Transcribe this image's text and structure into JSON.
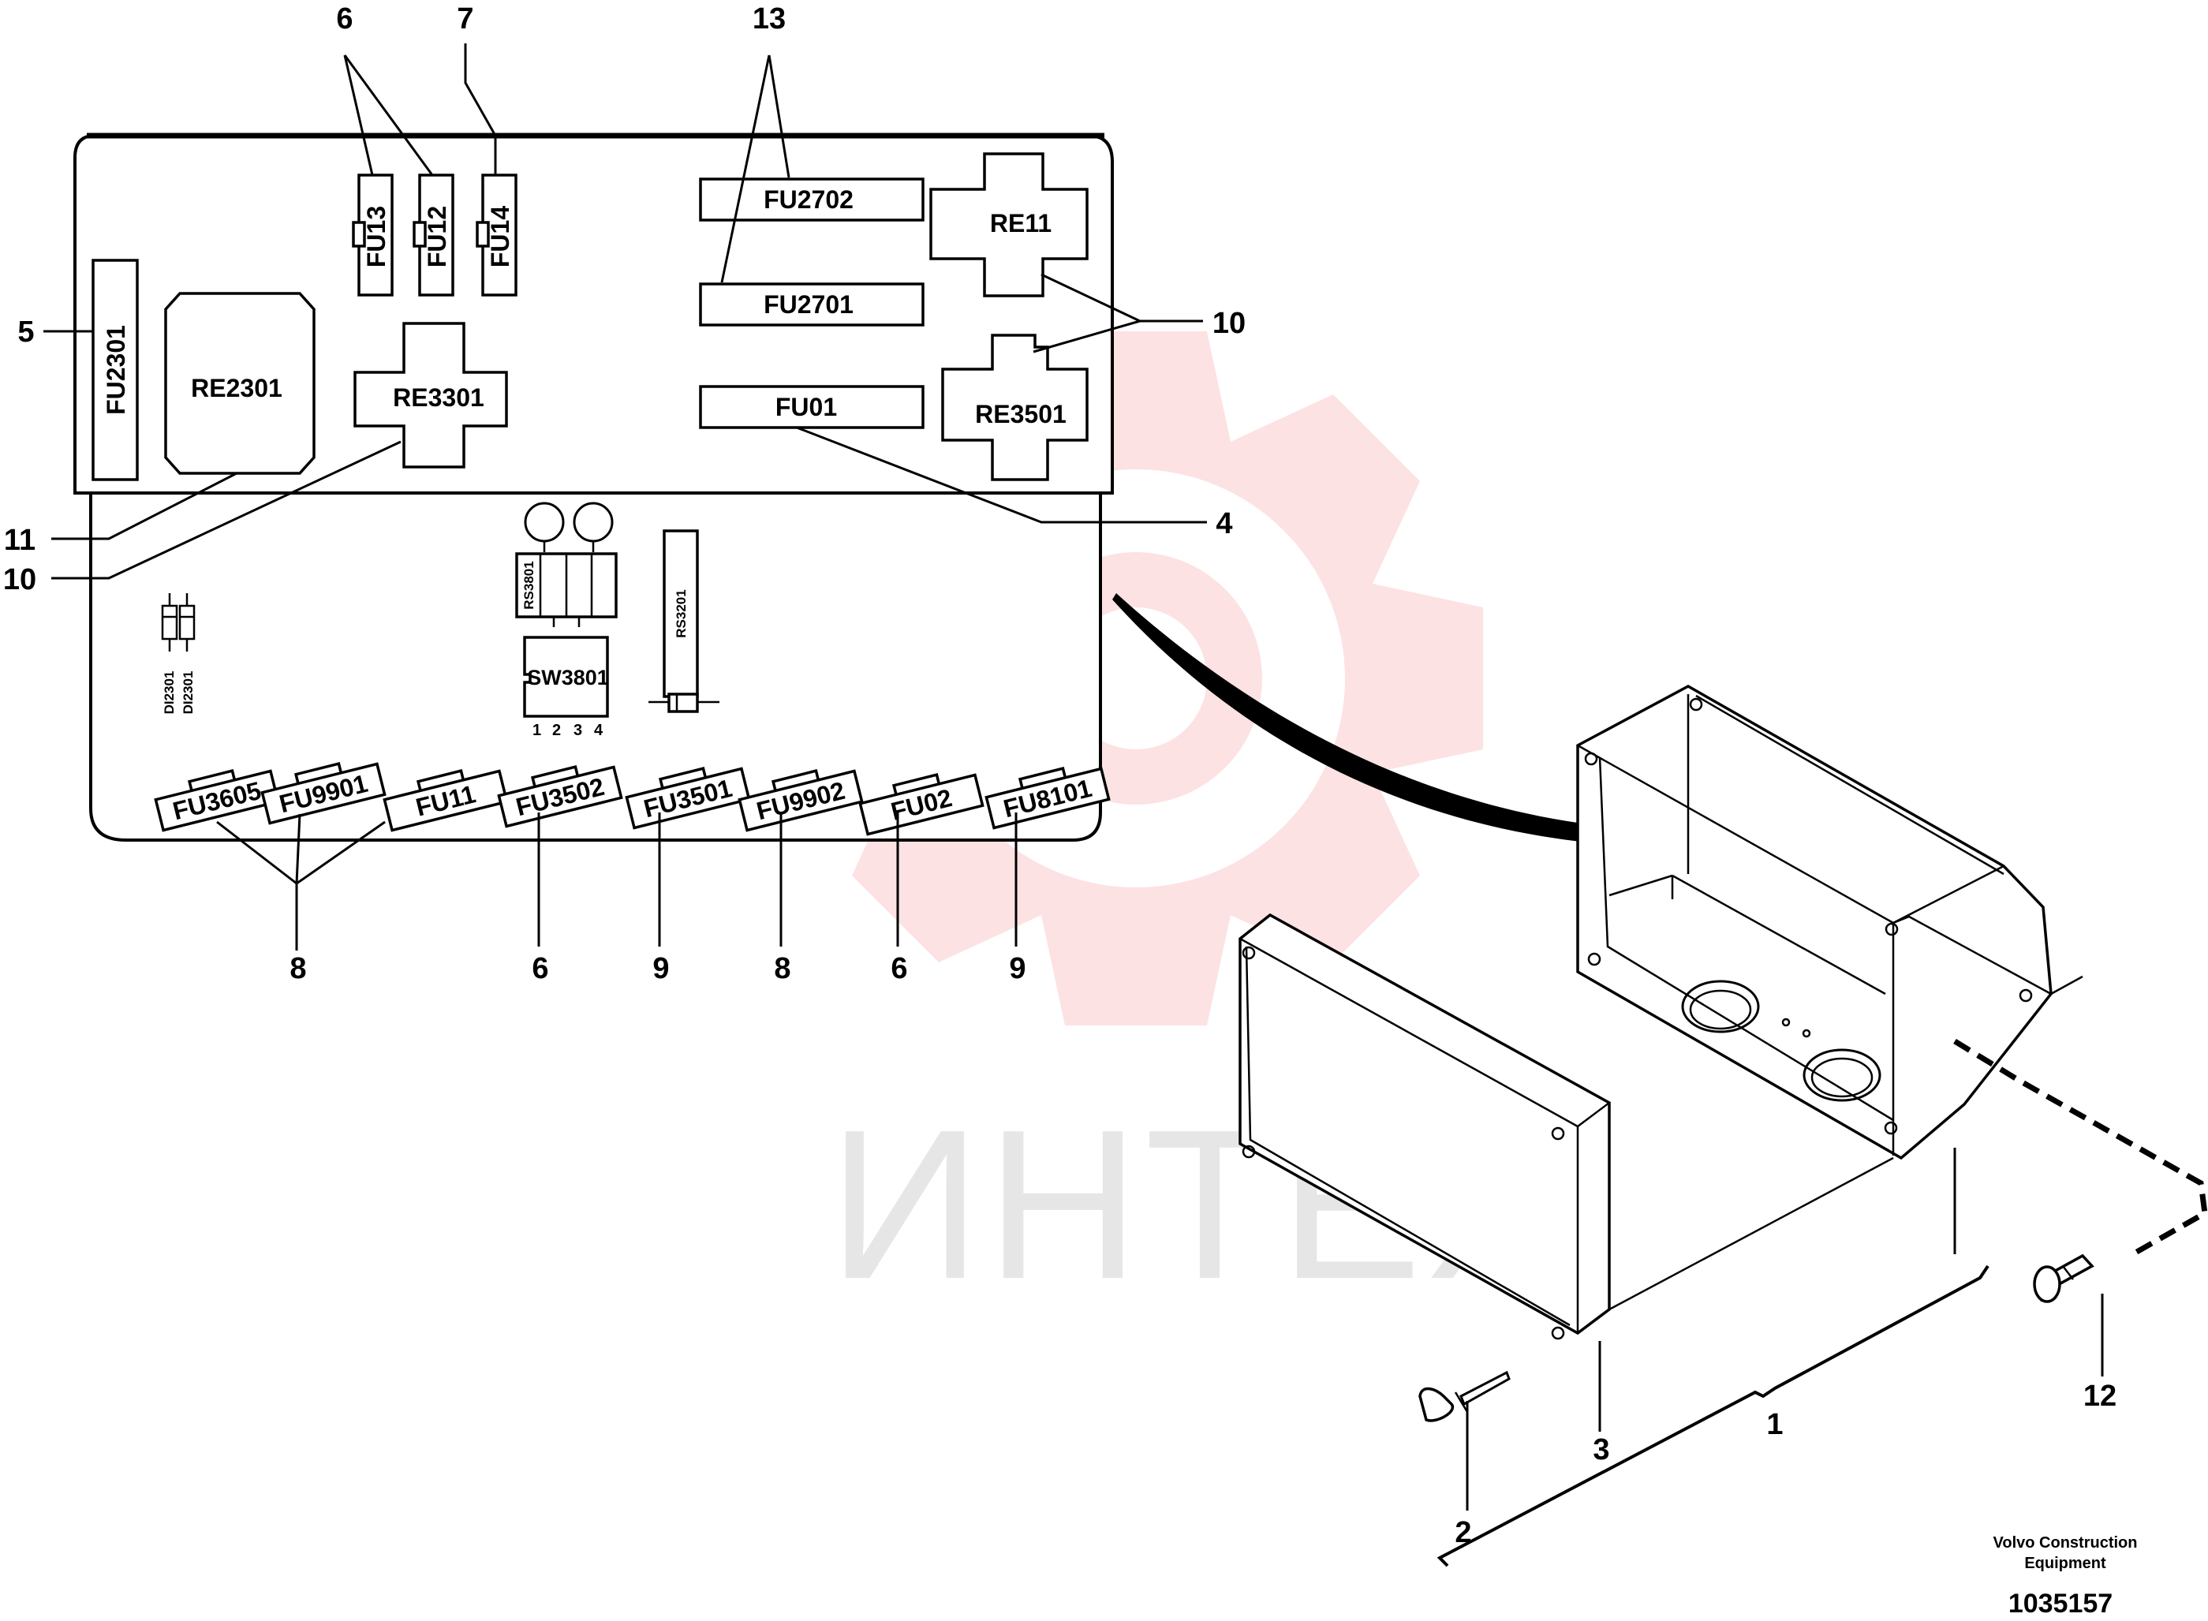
{
  "watermark": {
    "text": "ИНТЕХ",
    "color": "#fde2e3"
  },
  "board": {
    "top_labels": {
      "fu13": "FU13",
      "fu12": "FU12",
      "fu14": "FU14",
      "fu2702": "FU2702",
      "fu2701": "FU2701",
      "fu01": "FU01",
      "fu2301": "FU2301",
      "re2301": "RE2301",
      "re3301": "RE3301",
      "re11": "RE11",
      "re3501": "RE3501"
    },
    "lower_labels": {
      "rs3801": "RS3801",
      "sw3801": "SW3801",
      "rs3201": "RS3201",
      "di2301_a": "DI2301",
      "di2301_b": "DI2301",
      "pin1": "1",
      "pin2": "2",
      "pin3": "3",
      "pin4": "4"
    },
    "bottom_fuses": [
      "FU3605",
      "FU9901",
      "FU11",
      "FU3502",
      "FU3501",
      "FU9902",
      "FU02",
      "FU8101"
    ]
  },
  "callouts": {
    "c13": "13",
    "c6_top": "6",
    "c7": "7",
    "c5": "5",
    "c10_right": "10",
    "c4": "4",
    "c11": "11",
    "c10_left": "10",
    "b8_a": "8",
    "b6_a": "6",
    "b9_a": "9",
    "b8_b": "8",
    "b6_b": "6",
    "b9_b": "9",
    "c1": "1",
    "c2": "2",
    "c3": "3",
    "c12": "12"
  },
  "footer": {
    "company_line1": "Volvo Construction",
    "company_line2": "Equipment",
    "part_number": "1035157"
  }
}
